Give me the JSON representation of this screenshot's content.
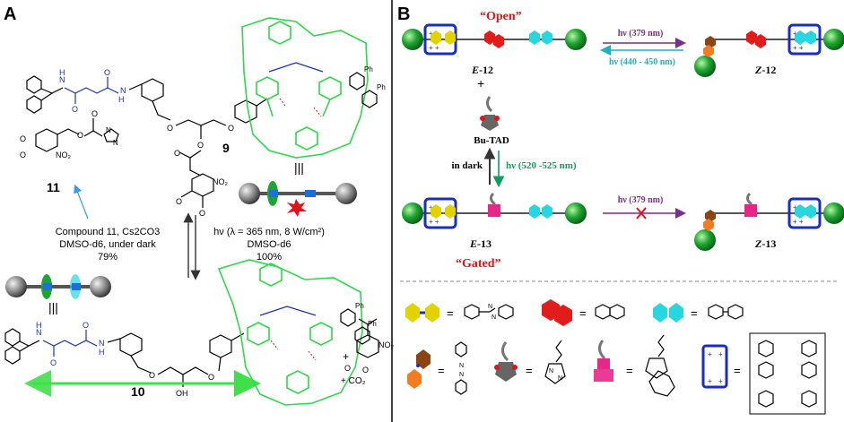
{
  "panel_a": {
    "label": "A",
    "compound_9": "9",
    "compound_10": "10",
    "compound_11": "11",
    "conditions_left": [
      "Compound 11, Cs2CO3",
      "DMSO-d6, under dark",
      "79%"
    ],
    "conditions_right": [
      "hν (λ = 365 nm, 8 W/cm²)",
      "DMSO-d6",
      "100%"
    ],
    "side_product_plus": "+",
    "co2": "+ CO₂",
    "atom_labels": {
      "nitro": "NO₂",
      "n": "N",
      "h": "H",
      "o": "O",
      "oh": "OH"
    }
  },
  "panel_b": {
    "label": "B",
    "open_label": "“Open”",
    "gated_label": "“Gated”",
    "plus": "+",
    "reagent": "Bu-TAD",
    "arrow_forward_1": "hν (379 nm)",
    "arrow_back_1": "hν (440 - 450 nm)",
    "arrow_dark": "in dark",
    "arrow_green": "hν (520 -525 nm)",
    "arrow_forward_2": "hν (379 nm)",
    "states": {
      "e12": {
        "prefix": "E",
        "num": "-12"
      },
      "z12": {
        "prefix": "Z",
        "num": "-12"
      },
      "e13": {
        "prefix": "E",
        "num": "-13"
      },
      "z13": {
        "prefix": "Z",
        "num": "-13"
      }
    },
    "legend_equals": "="
  },
  "colors": {
    "ring_green": "#2fd84a",
    "stopper_green": "#1ea531",
    "azo_yellow": "#e2d300",
    "naphthalene_red": "#e21b1b",
    "biphenyl_cyan": "#28d6e0",
    "box_blue": "#1a2fb8",
    "tad_pink": "#e8268a",
    "purple_arrow": "#7a2e8e",
    "cyan_arrow": "#1bb3c4",
    "green_arrow": "#0e9f5c"
  }
}
